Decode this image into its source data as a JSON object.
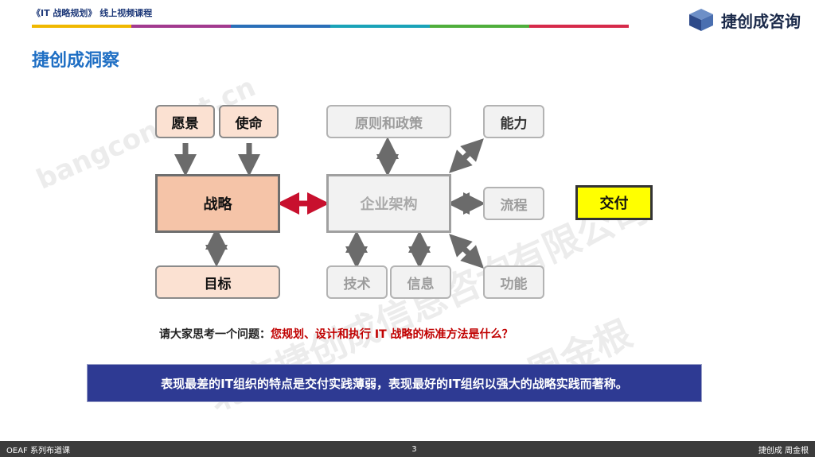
{
  "header": {
    "course_title": "《IT 战略规划》 线上视频课程",
    "logo_text": "捷创成咨询",
    "color_bar": [
      "#f0b800",
      "#a23a8f",
      "#2a6fb8",
      "#1aa3b8",
      "#4fae3c",
      "#d62a4a"
    ]
  },
  "page_title": "捷创成洞察",
  "diagram": {
    "vision": "愿景",
    "mission": "使命",
    "strategy": "战略",
    "goals": "目标",
    "principles": "原则和政策",
    "enterprise_architecture": "企业架构",
    "technology": "技术",
    "information": "信息",
    "capability": "能力",
    "process": "流程",
    "function": "功能",
    "delivery": "交付"
  },
  "question": {
    "prefix": "请大家思考一个问题：",
    "highlight": "您规划、设计和执行 IT 战略的标准方法是什么？"
  },
  "banner_text": "表现最差的IT组织的特点是交付实践薄弱，表现最好的IT组织以强大的战略实践而著称。",
  "watermarks": [
    "bangcontact.cn",
    "北京捷创成信息咨询有限公司",
    "周金根"
  ],
  "footer": {
    "left": "OEAF 系列布道课",
    "page_number": "3",
    "right": "捷创成 周金根"
  }
}
